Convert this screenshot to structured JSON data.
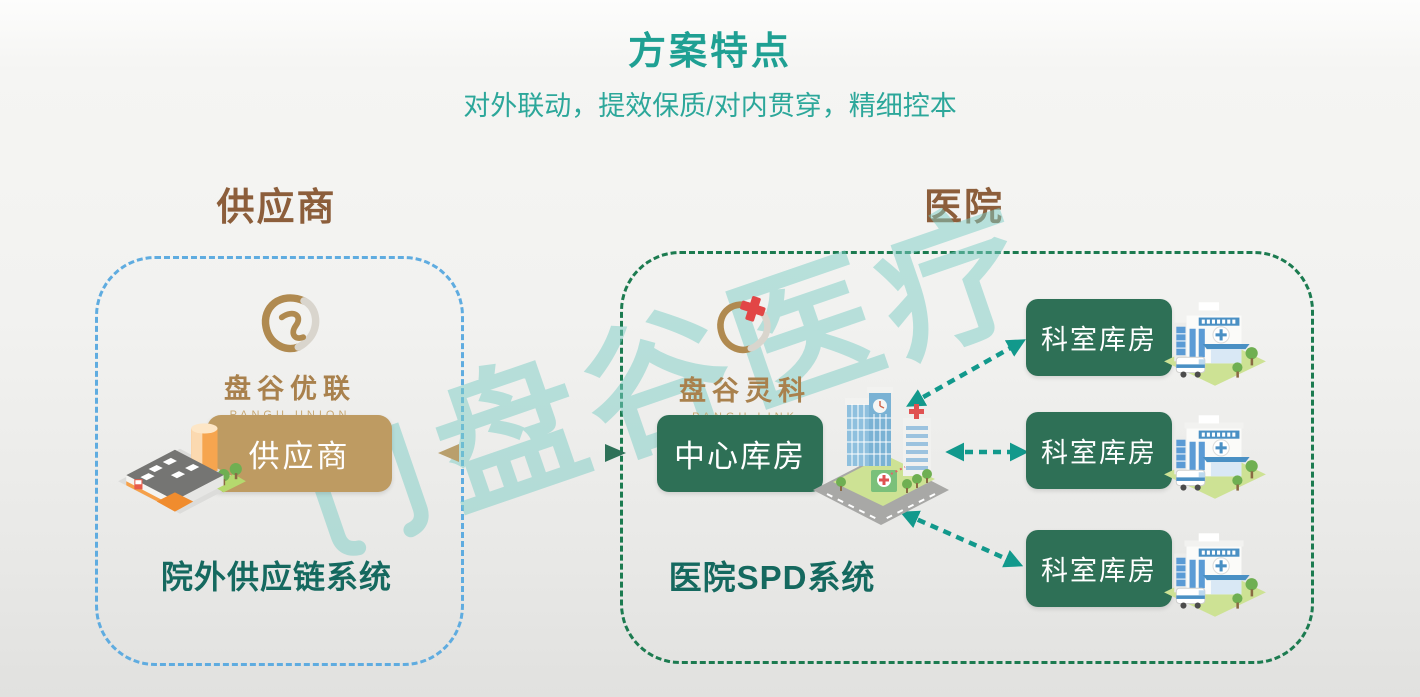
{
  "page": {
    "title": "方案特点",
    "subtitle": "对外联动，提效保质/对内贯穿，精细控本"
  },
  "watermark": {
    "text": "盘谷医疗"
  },
  "supplier": {
    "header": "供应商",
    "logo": {
      "name": "盘谷优联",
      "subtext": "PANGU UNION",
      "icon": "pangu-union-swirl"
    },
    "node_label": "供应商",
    "caption": "院外供应链系统",
    "illustration": "factory-building"
  },
  "hospital": {
    "header": "医院",
    "logo": {
      "name": "盘谷灵科",
      "subtext": "PANGU LINK",
      "icon": "pangu-link-swirl-cross"
    },
    "central_label": "中心库房",
    "caption": "医院SPD系统",
    "departments": [
      {
        "label": "科室库房"
      },
      {
        "label": "科室库房"
      },
      {
        "label": "科室库房"
      }
    ],
    "illustration": "hospital-campus"
  },
  "connections": {
    "supplier_hospital": "bidirectional-dashed-arrow",
    "central_to_departments": "bidirectional-dashed-arrows"
  },
  "colors": {
    "title_teal": "#1FA093",
    "subtitle_teal": "#2CA79A",
    "header_brown": "#8C5E3B",
    "caption_teal": "#15695F",
    "supplier_node_tan": "#BE9B62",
    "hospital_node_green": "#2E7056",
    "supplier_border_blue": "#5FACE0",
    "hospital_border_green": "#1C7B50",
    "arrow_teal": "#12998C",
    "logo_gold": "#A9814D",
    "watermark_teal": "#7DCEC6"
  }
}
